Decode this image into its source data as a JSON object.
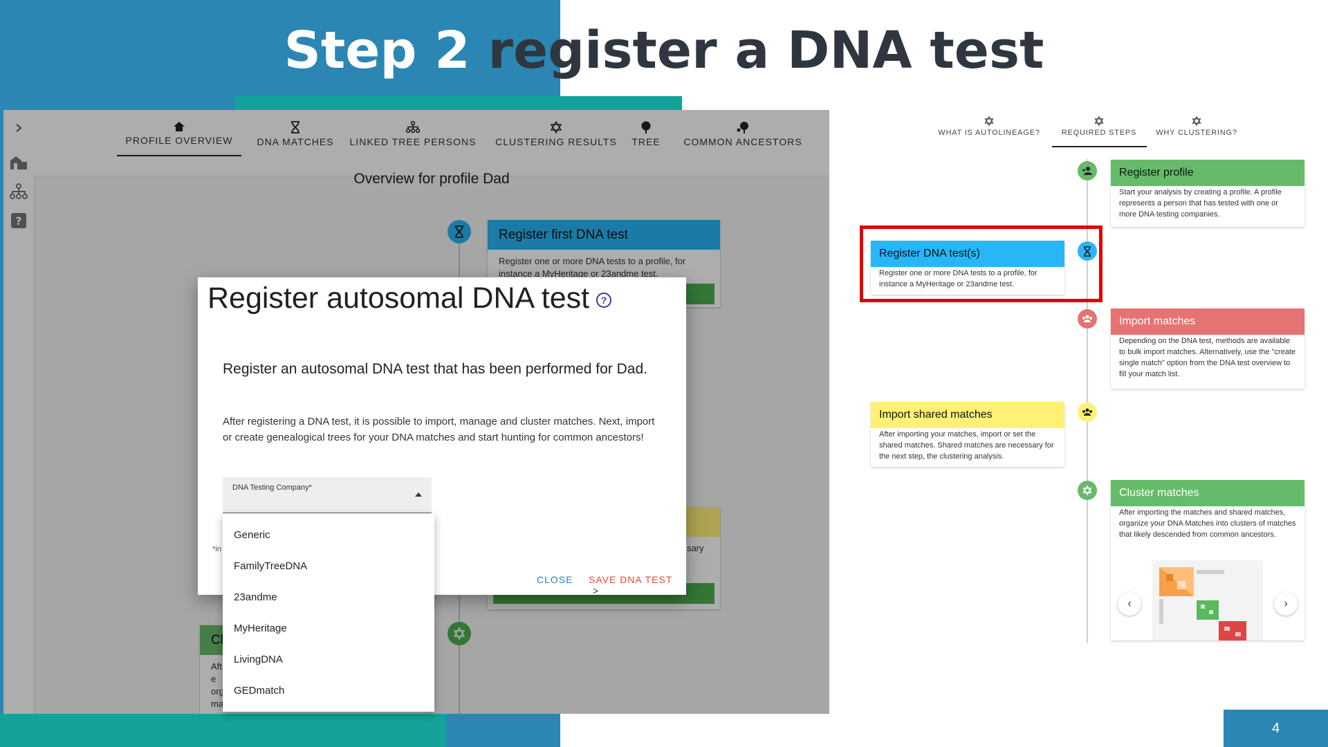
{
  "slide": {
    "title_part1": "Step 2",
    "title_part2": " register a DNA test",
    "page_number": "4"
  },
  "app": {
    "tabs": [
      {
        "label": "PROFILE OVERVIEW",
        "icon": "house-icon"
      },
      {
        "label": "DNA MATCHES",
        "icon": "hourglass-icon"
      },
      {
        "label": "LINKED TREE PERSONS",
        "icon": "tree-people-icon"
      },
      {
        "label": "CLUSTERING RESULTS",
        "icon": "star-of-david-icon"
      },
      {
        "label": "TREE",
        "icon": "tree-icon"
      },
      {
        "label": "COMMON ANCESTORS",
        "icon": "ancestor-icon"
      }
    ],
    "profile_title": "Overview for profile Dad",
    "card_register_dna": {
      "title": "Register first DNA test",
      "body": "Register one or more DNA tests to a profile, for instance a MyHeritage or 23andme test."
    },
    "card_cluster_partial": {
      "title": "Cl",
      "body": "Afte org ma and"
    },
    "card_shared_partial": {
      "body": "he sary"
    },
    "colors": {
      "blue": "#29b6f6",
      "green": "#4caf50",
      "red": "#e57373",
      "yellow": "#fff176"
    }
  },
  "dialog": {
    "title": "Register autosomal DNA test",
    "lead": "Register an autosomal DNA test that has been performed for Dad.",
    "text": "After registering a DNA test, it is possible to import, manage and cluster matches. Next, import or create genealogical trees for your DNA matches and start hunting for common ancestors!",
    "select_label": "DNA Testing Company*",
    "required_note": "*in",
    "close_label": "CLOSE",
    "save_label": "SAVE DNA TEST",
    "save_chevron": ">",
    "options": [
      "Generic",
      "FamilyTreeDNA",
      "23andme",
      "MyHeritage",
      "LivingDNA",
      "GEDmatch"
    ]
  },
  "diagram": {
    "tabs": [
      "WHAT IS AUTOLINEAGE?",
      "REQUIRED STEPS",
      "WHY CLUSTERING?"
    ],
    "steps": [
      {
        "title": "Register profile",
        "body": "Start your analysis by creating a profile. A profile represents a person that has tested with one or more DNA testing companies.",
        "color": "#66bb6a"
      },
      {
        "title": "Register DNA test(s)",
        "body": "Register one or more DNA tests to a profile, for instance a MyHeritage or 23andme test.",
        "color": "#29b6f6"
      },
      {
        "title": "Import matches",
        "body": "Depending on the DNA test, methods are available to bulk import matches. Alternatively, use the \"create single match\" option from the DNA test overview to fill your match list.",
        "color": "#e57373"
      },
      {
        "title": "Import shared matches",
        "body": "After importing your matches, import or set the shared matches. Shared matches are necessary for the next step, the clustering analysis.",
        "color": "#fff176"
      },
      {
        "title": "Cluster matches",
        "body": "After importing the matches and shared matches, organize your DNA Matches into clusters of matches that likely descended from common ancestors.",
        "color": "#66bb6a"
      }
    ],
    "carousel_prev": "‹",
    "carousel_next": "›"
  }
}
